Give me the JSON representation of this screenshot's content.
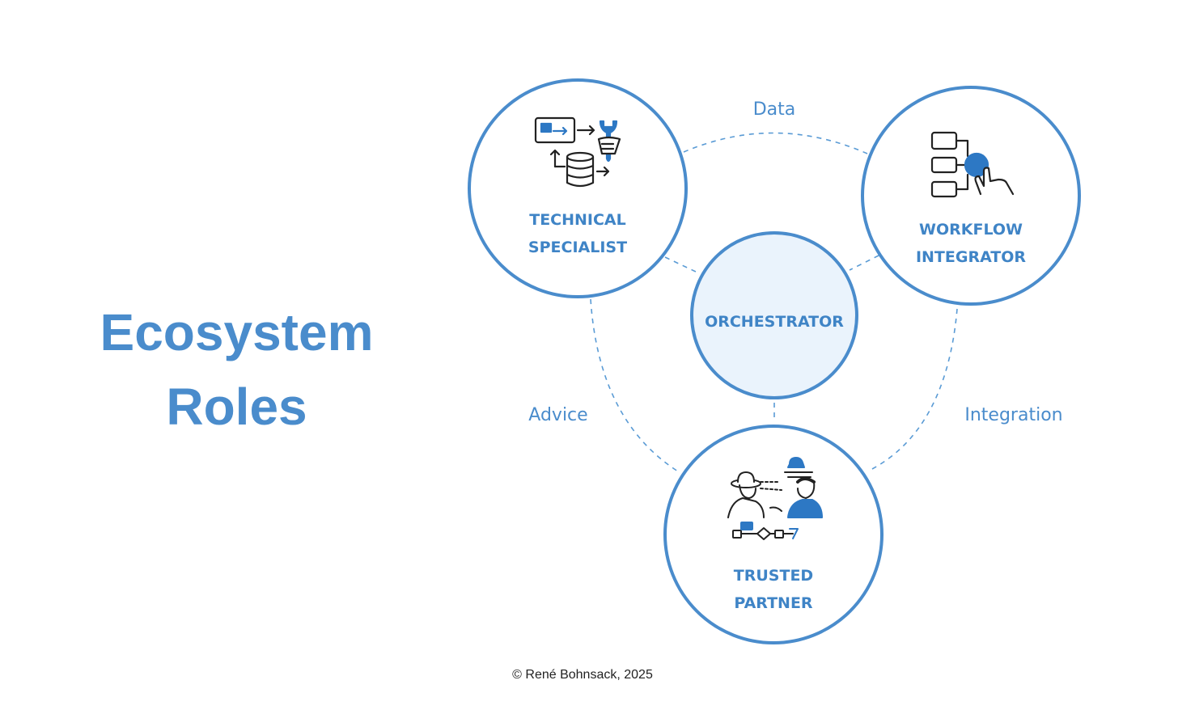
{
  "title": {
    "line1": "Ecosystem",
    "line2": "Roles"
  },
  "roles": {
    "technical_specialist": {
      "line1": "TECHNICAL",
      "line2": "SPECIALIST"
    },
    "workflow_integrator": {
      "line1": "WORKFLOW",
      "line2": "INTEGRATOR"
    },
    "orchestrator": {
      "label": "ORCHESTRATOR"
    },
    "trusted_partner": {
      "line1": "TRUSTED",
      "line2": "PARTNER"
    }
  },
  "links": {
    "data": "Data",
    "advice": "Advice",
    "integration": "Integration"
  },
  "copyright": "© René Bohnsack, 2025",
  "colors": {
    "accent": "#4a8ccc",
    "center_fill": "#eaf3fc",
    "line": "#5a9bd5",
    "icon_dark": "#222222"
  }
}
